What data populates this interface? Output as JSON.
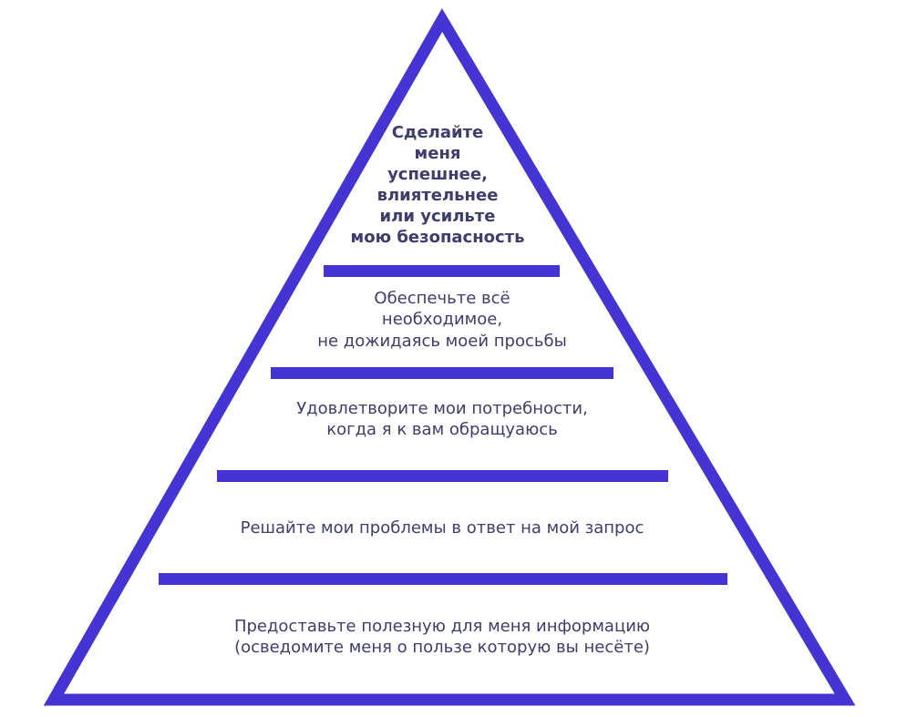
{
  "diagram": {
    "type": "pyramid",
    "colors": {
      "outline": "#4434d4",
      "text": "#3f3c6e",
      "background": "#ffffff"
    },
    "levels": [
      {
        "id": "level-5",
        "lines": [
          "Сделайте",
          "меня",
          "успешнее,",
          "влиятельнее",
          "или усильте",
          "мою безопасность"
        ]
      },
      {
        "id": "level-4",
        "lines": [
          "Обеспечьте всё",
          "необходимое,",
          "не дожидаясь моей просьбы"
        ]
      },
      {
        "id": "level-3",
        "lines": [
          "Удовлетворите мои потребности,",
          "когда я к вам обращуаюсь"
        ]
      },
      {
        "id": "level-2",
        "lines": [
          "Решайте мои проблемы в ответ на мой запрос"
        ]
      },
      {
        "id": "level-1",
        "lines": [
          "Предоставьте полезную для меня информацию",
          "(осведомите меня о пользе которую вы несёте)"
        ]
      }
    ]
  }
}
